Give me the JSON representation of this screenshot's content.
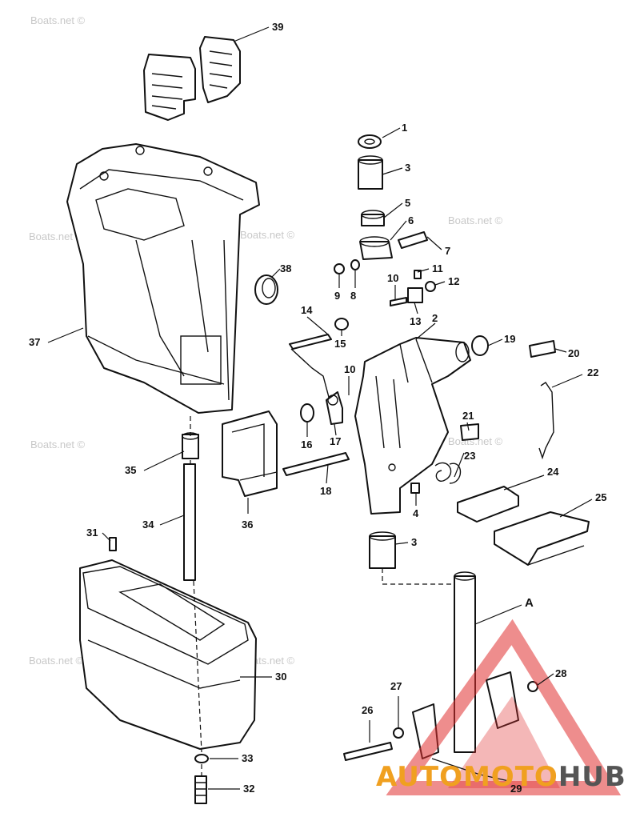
{
  "watermarks": [
    "Boats.net ©",
    "Boats.net ©",
    "Boats.net ©",
    "Boats.net ©",
    "Boats.net ©",
    "Boats.net ©",
    "Boats.net ©",
    "Boats.net ©"
  ],
  "callouts": [
    "1",
    "3",
    "5",
    "6",
    "7",
    "11",
    "12",
    "10",
    "9",
    "8",
    "13",
    "2",
    "14",
    "15",
    "19",
    "20",
    "10",
    "22",
    "21",
    "16",
    "17",
    "23",
    "18",
    "4",
    "24",
    "25",
    "3",
    "A",
    "38",
    "37",
    "39",
    "35",
    "36",
    "34",
    "31",
    "30",
    "27",
    "28",
    "26",
    "29",
    "33",
    "32"
  ],
  "logo": {
    "part1": "AUTOMOTO",
    "part2": "HUB",
    "color1": "#f0a020",
    "color2": "#555555",
    "triangle_color": "#e03030"
  }
}
